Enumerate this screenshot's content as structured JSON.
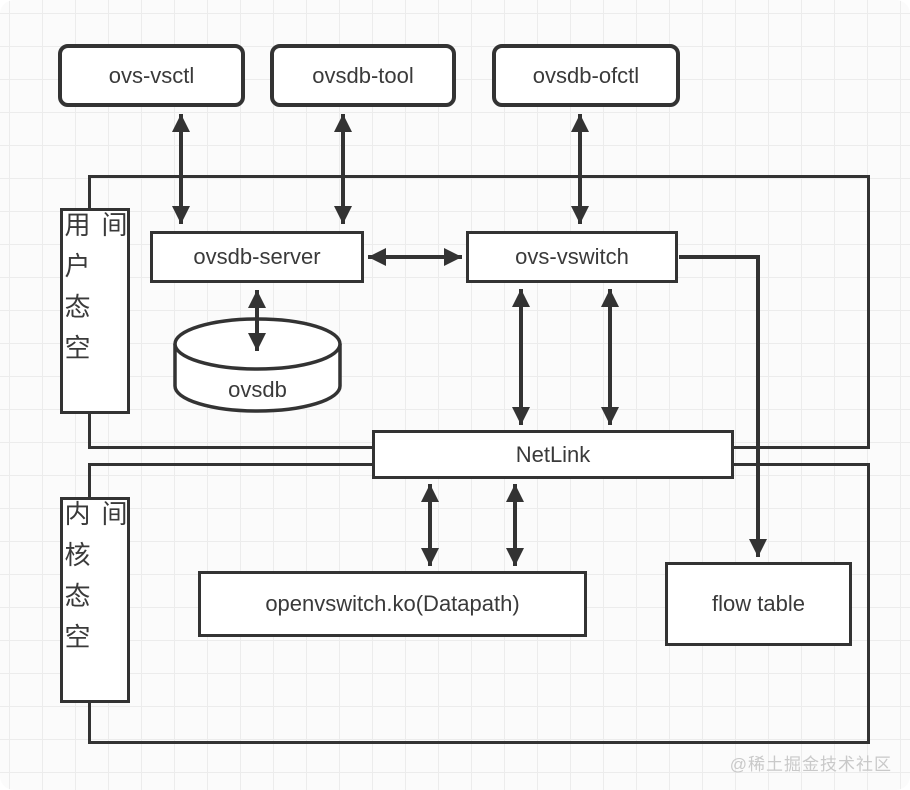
{
  "colors": {
    "stroke": "#333333",
    "text": "#3a3a3a",
    "box-bg": "#ffffff",
    "grid-line": "#ececec",
    "canvas-bg": "#fbfbfb",
    "watermark": "#c9c9c9"
  },
  "tools": [
    {
      "label": "ovs-vsctl"
    },
    {
      "label": "ovsdb-tool"
    },
    {
      "label": "ovsdb-ofctl"
    }
  ],
  "spaces": {
    "user": {
      "label": "用户态空间"
    },
    "kernel": {
      "label": "内核态空间"
    }
  },
  "nodes": {
    "ovsdb_server": {
      "label": "ovsdb-server"
    },
    "ovs_vswitch": {
      "label": "ovs-vswitch"
    },
    "ovsdb_db": {
      "label": "ovsdb"
    },
    "netlink": {
      "label": "NetLink"
    },
    "datapath": {
      "label": "openvswitch.ko(Datapath)"
    },
    "flow_table": {
      "label": "flow table"
    }
  },
  "edges": [
    {
      "from": "ovs-vsctl",
      "to": "ovsdb-server",
      "type": "bidirectional"
    },
    {
      "from": "ovsdb-tool",
      "to": "ovsdb-server",
      "type": "bidirectional"
    },
    {
      "from": "ovsdb-ofctl",
      "to": "ovs-vswitch",
      "type": "bidirectional"
    },
    {
      "from": "ovsdb-server",
      "to": "ovs-vswitch",
      "type": "bidirectional"
    },
    {
      "from": "ovsdb-server",
      "to": "ovsdb",
      "type": "bidirectional"
    },
    {
      "from": "ovs-vswitch",
      "to": "NetLink",
      "type": "bidirectional"
    },
    {
      "from": "ovs-vswitch",
      "to": "NetLink",
      "type": "bidirectional"
    },
    {
      "from": "NetLink",
      "to": "openvswitch.ko(Datapath)",
      "type": "bidirectional"
    },
    {
      "from": "NetLink",
      "to": "openvswitch.ko(Datapath)",
      "type": "bidirectional"
    },
    {
      "from": "ovs-vswitch",
      "to": "flow table",
      "type": "directed"
    }
  ],
  "watermark": {
    "text": "@稀土掘金技术社区"
  }
}
